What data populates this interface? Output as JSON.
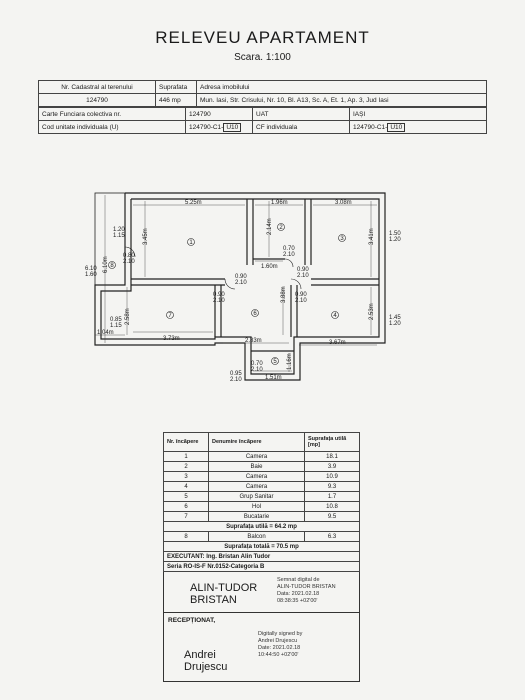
{
  "header": {
    "title": "RELEVEU APARTAMENT",
    "scale": "Scara. 1:100"
  },
  "info": {
    "cadastral_label": "Nr. Cadastral al terenului",
    "suprafata_label": "Suprafata",
    "adresa_label": "Adresa imobilului",
    "cadastral_value": "124790",
    "suprafata_value": "446 mp",
    "adresa_value": "Mun. Iasi, Str. Crisului, Nr. 10, Bl. A13, Sc. A, Et. 1, Ap. 3, Jud Iasi",
    "cf_col_label": "Carte Funciara colectiva nr.",
    "cf_col_value": "124790",
    "uat_label": "UAT",
    "uat_value": "IAȘI",
    "cod_label": "Cod unitate individuala (U)",
    "cod_value": "124790-C1-",
    "cod_box": "U10",
    "cfi_label": "CF individuala",
    "cfi_value": "124790-C1-",
    "cfi_box": "U10"
  },
  "plan": {
    "rooms": [
      "1",
      "2",
      "3",
      "4",
      "5",
      "6",
      "7",
      "8"
    ],
    "dims": {
      "d1": "5.25m",
      "d2": "1.96m",
      "d3": "3.08m",
      "d4": "3.45m",
      "d5": "2.14m",
      "d6": "3.41m",
      "d7": "1.60m",
      "d8": "2.58m",
      "d9": "3.88m",
      "d10": "2.53m",
      "d11": "3.73m",
      "d12": "2.83m",
      "d13": "3.67m",
      "d14": "1.51m",
      "d15": "1.16m",
      "d16": "6.10m",
      "d17": "1.04m"
    },
    "openings": {
      "w1": "1.20",
      "w1b": "1.15",
      "w2": "1.50",
      "w2b": "1.20",
      "w3": "1.45",
      "w3b": "1.20",
      "w4": "0.85",
      "w4b": "1.15",
      "h1": "6.10",
      "h1b": "1.60",
      "o1": "0.80",
      "o1b": "2.10",
      "o2": "0.70",
      "o2b": "2.10",
      "o3": "0.90",
      "o3b": "2.10",
      "o4": "0.90",
      "o4b": "2.10",
      "o5": "0.90",
      "o5b": "2.10",
      "o6": "0.90",
      "o6b": "2.10",
      "o7": "0.70",
      "o7b": "2.10",
      "o8": "0.95",
      "o8b": "2.10"
    }
  },
  "rooms_table": {
    "h_nr": "Nr. încăpere",
    "h_den": "Denumire încăpere",
    "h_sup": "Suprafața utilă [mp]",
    "rows": [
      {
        "nr": "1",
        "den": "Camera",
        "sup": "18.1"
      },
      {
        "nr": "2",
        "den": "Baie",
        "sup": "3.9"
      },
      {
        "nr": "3",
        "den": "Camera",
        "sup": "10.9"
      },
      {
        "nr": "4",
        "den": "Camera",
        "sup": "9.3"
      },
      {
        "nr": "5",
        "den": "Grup Sanitar",
        "sup": "1.7"
      },
      {
        "nr": "6",
        "den": "Hol",
        "sup": "10.8"
      },
      {
        "nr": "7",
        "den": "Bucatarie",
        "sup": "9.5"
      }
    ],
    "util_total": "Suprafața utilă = 64.2 mp",
    "balcon": {
      "nr": "8",
      "den": "Balcon",
      "sup": "6.3"
    },
    "total": "Suprafața totală = 70.5 mp",
    "executant": "EXECUTANT: Ing. Bristan Alin Tudor",
    "serie": "Seria RO-IS-F Nr.0152-Categoria B",
    "receptionat": "RECEPȚIONAT,"
  },
  "signatures": {
    "sig1_name1": "ALIN-TUDOR",
    "sig1_name2": "BRISTAN",
    "sig1_n1": "Semnat digital de",
    "sig1_n2": "ALIN-TUDOR BRISTAN",
    "sig1_n3": "Data: 2021.02.18",
    "sig1_n4": "08:38:35 +02'00'",
    "sig2_name1": "Andrei",
    "sig2_name2": "Drujescu",
    "sig2_n1": "Digitally signed by",
    "sig2_n2": "Andrei Drujescu",
    "sig2_n3": "Date: 2021.02.18",
    "sig2_n4": "10:44:50 +02'00'"
  }
}
